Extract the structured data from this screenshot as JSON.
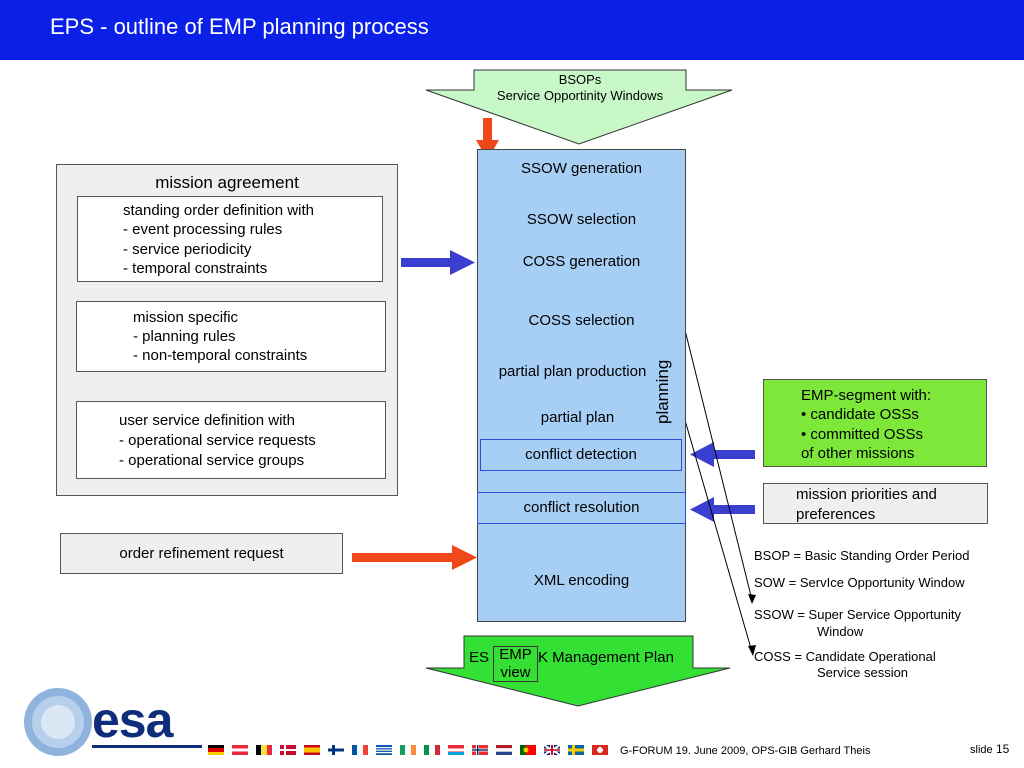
{
  "header": {
    "title": "EPS  - outline of EMP planning process"
  },
  "inputs": {
    "top_arrow_line1": "BSOPs",
    "top_arrow_line2": "Service Opportinity Windows"
  },
  "flow_steps": {
    "ssow_generation": "SSOW generation",
    "ssow_selection": "SSOW selection",
    "coss_generation": "COSS generation",
    "coss_selection": "COSS selection",
    "partial_plan_production": "partial plan production",
    "partial_plan": "partial plan",
    "conflict_detection": "conflict detection",
    "conflict_resolution": "conflict resolution",
    "xml_encoding": "XML encoding",
    "planning_label": "planning"
  },
  "mission_agreement": {
    "title": "mission agreement",
    "standing_order": {
      "lead": "standing order definition",
      "lead_suffix": " with",
      "line1": "- event processing rules",
      "line2": "- service periodicity",
      "line3": "- temporal constraints"
    },
    "mission_specific": {
      "lead": "mission specific",
      "line1": "- planning rules",
      "line2": "- non-temporal constraints"
    },
    "user_service": {
      "lead": "user service definition",
      "lead_suffix": " with",
      "line1": "- operational service requests",
      "line2": "- operational service groups"
    }
  },
  "order_refinement": "order refinement request",
  "emp_segment": {
    "line1": "EMP-segment with:",
    "line2": "• candidate OSSs",
    "line3": "• committed OSSs",
    "line4": "of other missions"
  },
  "mission_priorities": {
    "line1": "mission priorities and",
    "line2": "preferences"
  },
  "output": {
    "arrow_label_left": "ES",
    "arrow_label_right": "K Management Plan",
    "emp_view_line1": "EMP",
    "emp_view_line2": "view"
  },
  "definitions": {
    "bsop": "BSOP = Basic Standing Order Period",
    "sow": "SOW   = ServIce Opportunity Window",
    "ssow_line1": "SSOW = Super Service Opportunity",
    "ssow_line2": "Window",
    "coss_line1": "COSS = Candidate Operational",
    "coss_line2": "Service session"
  },
  "footer": {
    "logo": "esa",
    "text": "G-FORUM  19. June 2009, OPS-GIB Gerhard Theis",
    "slide_label": "slide",
    "slide_number": "15"
  },
  "colors": {
    "title_bar": "#0a20e6",
    "flow_column": "#a7cff5",
    "emp_segment": "#7de83a",
    "output_arrow": "#35e035",
    "input_arrow": "#c8f7c8",
    "blue_arrow": "#3b3fd0",
    "red_arrow": "#f04818"
  }
}
